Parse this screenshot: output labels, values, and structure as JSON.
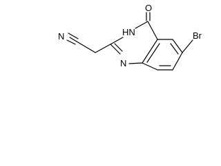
{
  "atoms": {
    "oxygen": "O",
    "nh": "HN",
    "n1": "N",
    "n_nitrile": "N",
    "bromine": "Br"
  },
  "colors": {
    "bond": "#000000",
    "label": "#000000",
    "background": "#ffffff"
  }
}
